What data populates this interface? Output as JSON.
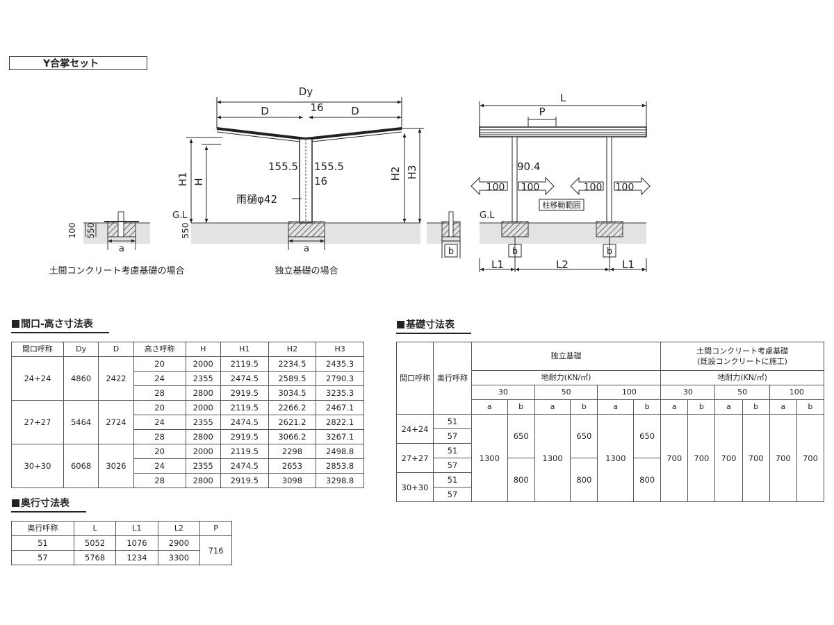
{
  "set_title": "Y合掌セット",
  "diagram": {
    "front": {
      "dim_total": "Dy",
      "dim_half_left": "D",
      "dim_half_right": "D",
      "dim_center": "16",
      "h1": "H1",
      "h": "H",
      "h2": "H2",
      "h3": "H3",
      "post_left": "155.5",
      "post_right": "155.5",
      "post_sub": "16",
      "gutter": "雨樋φ42",
      "gl": "G.L",
      "depth": "550",
      "width_a": "a"
    },
    "side": {
      "dim_total": "L",
      "dim_p": "P",
      "dim_904": "90.4",
      "arrow_values": [
        "100",
        "100",
        "100",
        "100"
      ],
      "move_range": "柱移動範囲",
      "gl": "G.L",
      "width_b": [
        "b",
        "b"
      ],
      "l1": [
        "L1",
        "L1"
      ],
      "l2": "L2"
    },
    "concrete_case": {
      "caption": "土間コンクリート考慮基礎の場合",
      "dim_100": "100",
      "dim_550": "550",
      "width_a": "a"
    },
    "small_b": {
      "width_b": "b"
    },
    "independent_caption": "独立基礎の場合"
  },
  "frontage_table": {
    "title": "間口-高さ寸法表",
    "headers": [
      "間口呼称",
      "Dy",
      "D",
      "高さ呼称",
      "H",
      "H1",
      "H2",
      "H3"
    ],
    "groups": [
      {
        "name": "24+24",
        "dy": "4860",
        "d": "2422",
        "rows": [
          [
            "20",
            "2000",
            "2119.5",
            "2234.5",
            "2435.3"
          ],
          [
            "24",
            "2355",
            "2474.5",
            "2589.5",
            "2790.3"
          ],
          [
            "28",
            "2800",
            "2919.5",
            "3034.5",
            "3235.3"
          ]
        ]
      },
      {
        "name": "27+27",
        "dy": "5464",
        "d": "2724",
        "rows": [
          [
            "20",
            "2000",
            "2119.5",
            "2266.2",
            "2467.1"
          ],
          [
            "24",
            "2355",
            "2474.5",
            "2621.2",
            "2822.1"
          ],
          [
            "28",
            "2800",
            "2919.5",
            "3066.2",
            "3267.1"
          ]
        ]
      },
      {
        "name": "30+30",
        "dy": "6068",
        "d": "3026",
        "rows": [
          [
            "20",
            "2000",
            "2119.5",
            "2298",
            "2498.8"
          ],
          [
            "24",
            "2355",
            "2474.5",
            "2653",
            "2853.8"
          ],
          [
            "28",
            "2800",
            "2919.5",
            "3098",
            "3298.8"
          ]
        ]
      }
    ]
  },
  "depth_table": {
    "title": "奥行寸法表",
    "headers": [
      "奥行呼称",
      "L",
      "L1",
      "L2",
      "P"
    ],
    "rows": [
      [
        "51",
        "5052",
        "1076",
        "2900"
      ],
      [
        "57",
        "5768",
        "1234",
        "3300"
      ]
    ],
    "p_value": "716"
  },
  "foundation_table": {
    "title": "基礎寸法表",
    "col_frontage": "間口呼称",
    "col_depth": "奥行呼称",
    "independent": "独立基礎",
    "concrete_line1": "土間コンクリート考慮基礎",
    "concrete_line2": "(既設コンクリートに施工)",
    "bearing": "地耐力(KN/㎡)",
    "strengths": [
      "30",
      "50",
      "100"
    ],
    "ab": [
      "a",
      "b"
    ],
    "frontages": [
      "24+24",
      "27+27",
      "30+30"
    ],
    "depths": [
      "51",
      "57"
    ],
    "a_value": "1300",
    "b_upper": "650",
    "b_lower": "800",
    "concrete_value": "700"
  }
}
